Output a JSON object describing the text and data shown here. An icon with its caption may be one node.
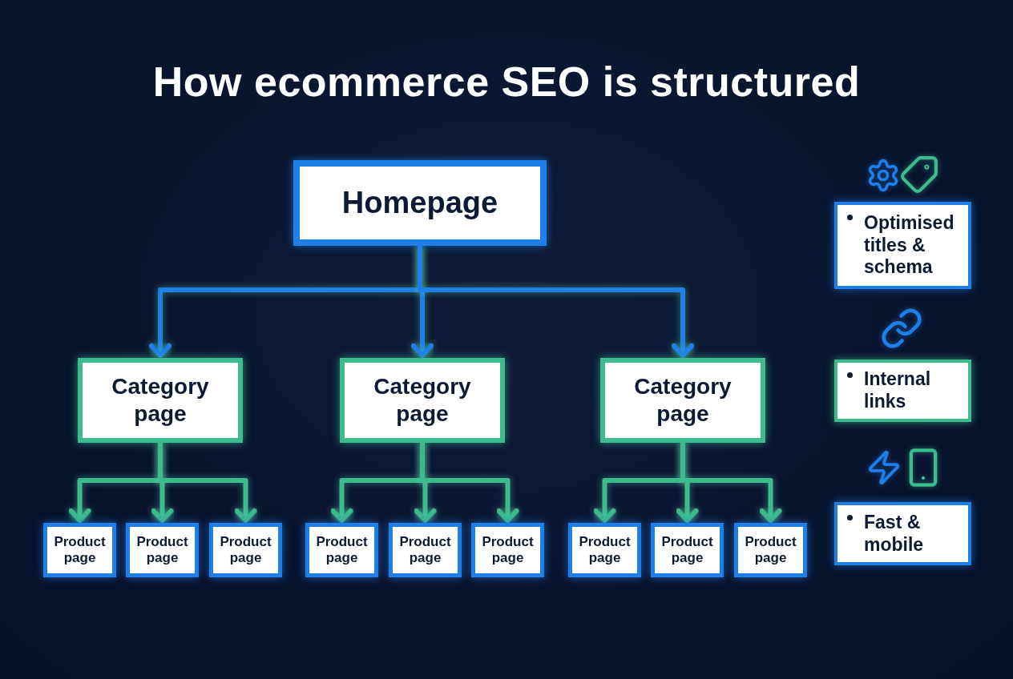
{
  "diagram": {
    "title": "How ecommerce SEO is structured",
    "nodes": [
      {
        "text": [
          "Homepage"
        ]
      },
      {
        "text": [
          "Category page"
        ]
      },
      {
        "text": [
          "Category page"
        ]
      },
      {
        "text": [
          "Category page"
        ]
      },
      {
        "text": [
          "Product page"
        ]
      },
      {
        "text": [
          "Product page"
        ]
      },
      {
        "text": [
          "Product page"
        ]
      },
      {
        "text": [
          "Product page"
        ]
      },
      {
        "text": [
          "Product page"
        ]
      },
      {
        "text": [
          "Product page"
        ]
      },
      {
        "text": [
          "Product page"
        ]
      },
      {
        "text": [
          "Product page"
        ]
      },
      {
        "text": [
          "Product page"
        ]
      },
      {
        "text": [
          "Optimised titles & schema"
        ]
      },
      {
        "text": [
          "Internal links"
        ]
      },
      {
        "text": [
          "Fast & mobile"
        ]
      }
    ],
    "edges": [
      {
        "from": 0,
        "to": 1,
        "arrow": "to",
        "color": "#1f7fe8"
      },
      {
        "from": 0,
        "to": 2,
        "arrow": "to",
        "color": "#1f7fe8"
      },
      {
        "from": 0,
        "to": 3,
        "arrow": "to",
        "color": "#1f7fe8"
      },
      {
        "from": 1,
        "to": 4,
        "arrow": "to"
      },
      {
        "from": 1,
        "to": 5,
        "arrow": "to"
      },
      {
        "from": 1,
        "to": 6,
        "arrow": "to"
      },
      {
        "from": 2,
        "to": 7,
        "arrow": "to"
      },
      {
        "from": 2,
        "to": 8,
        "arrow": "to"
      },
      {
        "from": 2,
        "to": 9,
        "arrow": "to"
      },
      {
        "from": 3,
        "to": 10,
        "arrow": "to"
      },
      {
        "from": 3,
        "to": 11,
        "arrow": "to"
      },
      {
        "from": 3,
        "to": 12,
        "arrow": "to"
      }
    ]
  }
}
